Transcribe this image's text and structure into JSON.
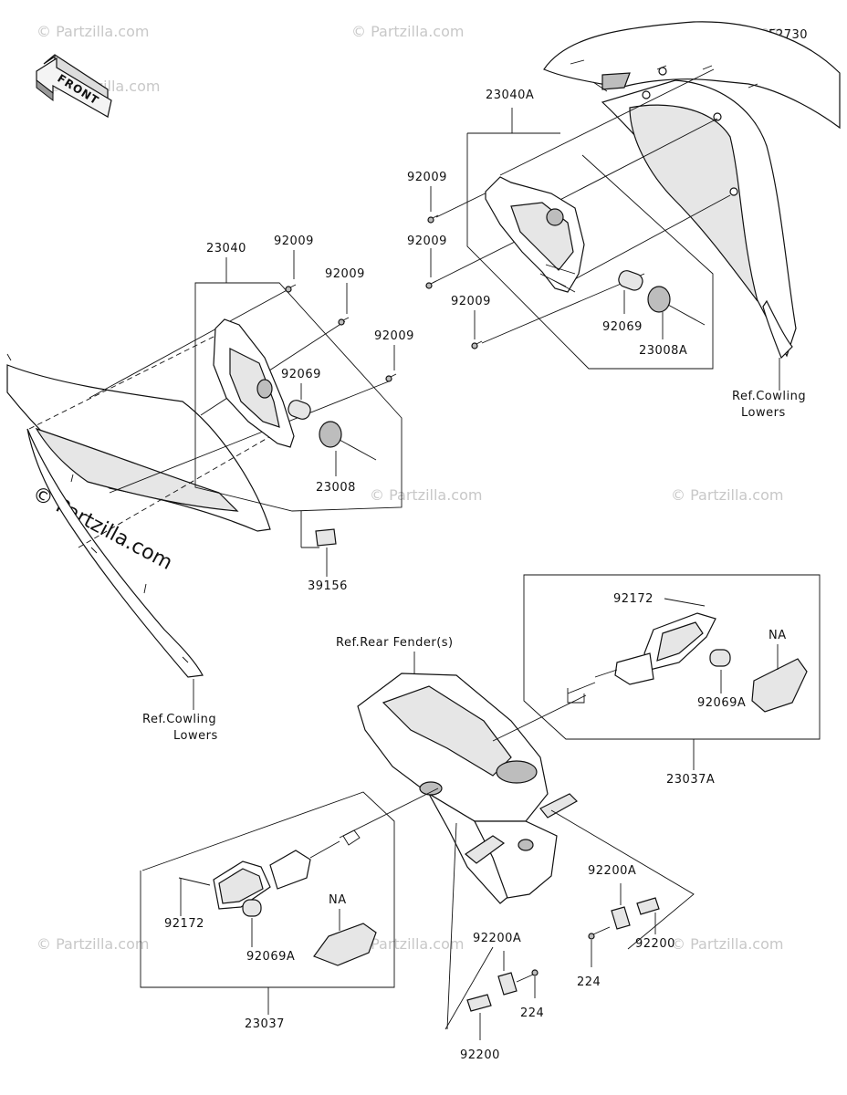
{
  "diagram_id": "F2730",
  "front_label": "FRONT",
  "watermark": "© Partzilla.com",
  "labels": {
    "p23040A": "23040A",
    "p92009_a": "92009",
    "p92009_b": "92009",
    "p92009_c": "92009",
    "p92069_r": "92069",
    "p23008A": "23008A",
    "ref_cowling_r1": "Ref.Cowling",
    "ref_cowling_r2": "Lowers",
    "p23040": "23040",
    "p92009_d": "92009",
    "p92009_e": "92009",
    "p92009_f": "92009",
    "p92069_l": "92069",
    "p23008": "23008",
    "p39156": "39156",
    "ref_cowling_l1": "Ref.Cowling",
    "ref_cowling_l2": "Lowers",
    "ref_fender": "Ref.Rear Fender(s)",
    "p92172_r": "92172",
    "na_r": "NA",
    "p92069A_r": "92069A",
    "p23037A": "23037A",
    "p92172_l": "92172",
    "na_l": "NA",
    "p92069A_l": "92069A",
    "p23037": "23037",
    "p92200A_r": "92200A",
    "p224_r": "224",
    "p92200_r": "92200",
    "p92200A_l": "92200A",
    "p224_l": "224",
    "p92200_l": "92200"
  }
}
